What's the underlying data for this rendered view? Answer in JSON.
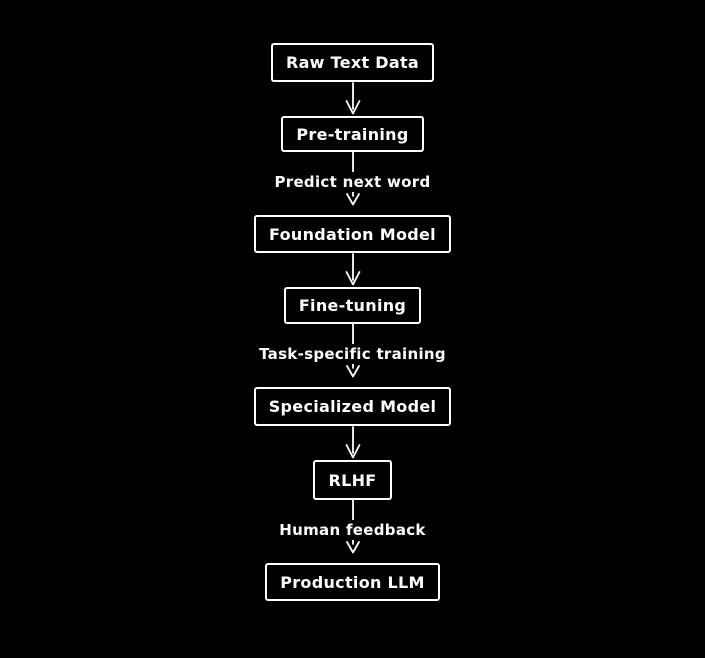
{
  "canvas": {
    "background_color": "#000000",
    "ink_color": "#ffffff",
    "style": "hand-drawn sketch"
  },
  "diagram": {
    "type": "flowchart",
    "direction": "top-down",
    "nodes": [
      {
        "label": "Raw Text Data"
      },
      {
        "label": "Pre-training"
      },
      {
        "label": "Foundation Model"
      },
      {
        "label": "Fine-tuning"
      },
      {
        "label": "Specialized Model"
      },
      {
        "label": "RLHF"
      },
      {
        "label": "Production LLM"
      }
    ],
    "edges": [
      {
        "from": "Raw Text Data",
        "to": "Pre-training",
        "label": ""
      },
      {
        "from": "Pre-training",
        "to": "Foundation Model",
        "label": "Predict next word"
      },
      {
        "from": "Foundation Model",
        "to": "Fine-tuning",
        "label": ""
      },
      {
        "from": "Fine-tuning",
        "to": "Specialized Model",
        "label": "Task-specific training"
      },
      {
        "from": "Specialized Model",
        "to": "RLHF",
        "label": ""
      },
      {
        "from": "RLHF",
        "to": "Production LLM",
        "label": "Human feedback"
      }
    ]
  }
}
